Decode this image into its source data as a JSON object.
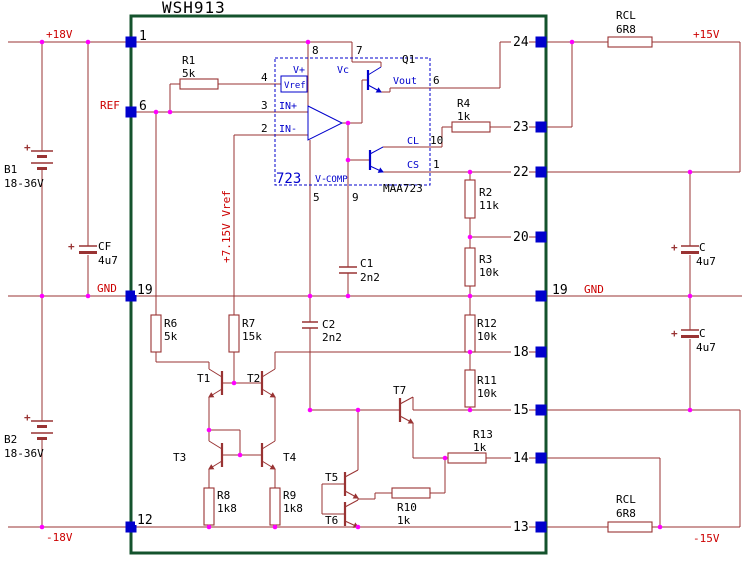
{
  "title": "WSH913",
  "power": {
    "p18v": "+18V",
    "ref": "REF",
    "gnd_left": "GND",
    "n18v": "-18V",
    "p15v": "+15V",
    "gnd_right": "GND",
    "n15v": "-15V",
    "vref_rail": "+7.15V Vref"
  },
  "module_pins": {
    "p1": "1",
    "p6": "6",
    "p19l": "19",
    "p12": "12",
    "p24": "24",
    "p23": "23",
    "p22": "22",
    "p20": "20",
    "p19r": "19",
    "p18": "18",
    "p15": "15",
    "p14": "14",
    "p13": "13"
  },
  "ic": {
    "big": "723",
    "part": "MAA723",
    "q1": "Q1",
    "vref": "Vref",
    "vplus": "V+",
    "vc": "Vc",
    "vout": "Vout",
    "cl": "CL",
    "cs": "CS",
    "in_p": "IN+",
    "in_n": "IN-",
    "vminus": "V-",
    "comp": "COMP",
    "pin8": "8",
    "pin7": "7",
    "pin6": "6",
    "pin10": "10",
    "pin1": "1",
    "pin4": "4",
    "pin3": "3",
    "pin2": "2",
    "pin5": "5",
    "pin9": "9"
  },
  "parts": {
    "r1": {
      "ref": "R1",
      "val": "5k"
    },
    "r2": {
      "ref": "R2",
      "val": "11k"
    },
    "r3": {
      "ref": "R3",
      "val": "10k"
    },
    "r4": {
      "ref": "R4",
      "val": "1k"
    },
    "r6": {
      "ref": "R6",
      "val": "5k"
    },
    "r7": {
      "ref": "R7",
      "val": "15k"
    },
    "r8": {
      "ref": "R8",
      "val": "1k8"
    },
    "r9": {
      "ref": "R9",
      "val": "1k8"
    },
    "r10": {
      "ref": "R10",
      "val": "1k"
    },
    "r11": {
      "ref": "R11",
      "val": "10k"
    },
    "r12": {
      "ref": "R12",
      "val": "10k"
    },
    "r13": {
      "ref": "R13",
      "val": "1k"
    },
    "c1": {
      "ref": "C1",
      "val": "2n2"
    },
    "c2": {
      "ref": "C2",
      "val": "2n2"
    },
    "cf": {
      "ref": "CF",
      "val": "4u7"
    },
    "c_top": {
      "ref": "C",
      "val": "4u7"
    },
    "c_bot": {
      "ref": "C",
      "val": "4u7"
    },
    "rcl_top": {
      "ref": "RCL",
      "val": "6R8"
    },
    "rcl_bot": {
      "ref": "RCL",
      "val": "6R8"
    },
    "b1": {
      "ref": "B1",
      "val": "18-36V"
    },
    "b2": {
      "ref": "B2",
      "val": "18-36V"
    },
    "t1": "T1",
    "t2": "T2",
    "t3": "T3",
    "t4": "T4",
    "t5": "T5",
    "t6": "T6",
    "t7": "T7",
    "plus": "+"
  },
  "colors": {
    "wire": "#993333",
    "pad": "#0000cc",
    "module_border": "#14532d",
    "junction": "#ff00ff",
    "ic_blue": "#0000cc",
    "label_red": "#cc0000"
  }
}
